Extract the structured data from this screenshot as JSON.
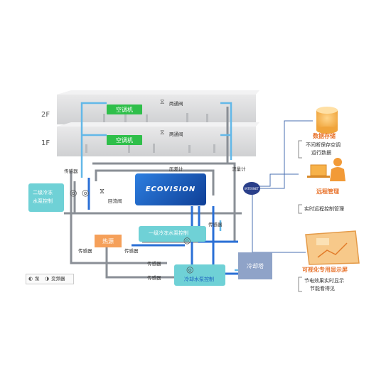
{
  "floors": {
    "floor2": "2F",
    "floor1": "1F"
  },
  "units": {
    "ahu2": "空调机",
    "ahu1": "空调机",
    "valve2": "两通阀",
    "valve1": "两通阀"
  },
  "labels": {
    "sensor_left": "传感器",
    "pressure_gauge": "压差计",
    "flow_meter": "流量计",
    "return_valve": "回流阀",
    "sensor_mid": "传感器",
    "sensor_left2": "传感器",
    "sensor_heat": "传感器",
    "sensor_bottom": "传感器",
    "sensor_bottom2": "传感器"
  },
  "boxes": {
    "secondary_pump": "二级冷冻水泵控制",
    "secondary_pump_line1": "二级冷冻",
    "secondary_pump_line2": "水泵控制",
    "primary_pump": "一级冷冻水泵控制",
    "heat_source": "热源",
    "cooling_pump": "冷却水泵控制",
    "cooling_tower": "冷却塔",
    "controller": "ECOVISION",
    "network": "INTERNET"
  },
  "legend": {
    "pump": "泵",
    "inverter": "变频器"
  },
  "panels": {
    "storage_title": "数据存储",
    "storage_desc_1": "不间断保存空调",
    "storage_desc_2": "运行数据",
    "remote_title": "远程管理",
    "remote_desc": "实时远程控制管理",
    "display_title": "可视化专用显示屏",
    "display_desc_1": "节电效果实时显示",
    "display_desc_2": "节能看得见"
  },
  "colors": {
    "pipe_blue": "#2a6fd6",
    "pipe_gray": "#8a8f96",
    "pipe_light_blue": "#63b8e8",
    "green": "#2fbf4a",
    "teal": "#6fd1d6",
    "orange": "#f5a05a",
    "orange_text": "#e8732c",
    "controller_blue": "#1a5fc0"
  }
}
